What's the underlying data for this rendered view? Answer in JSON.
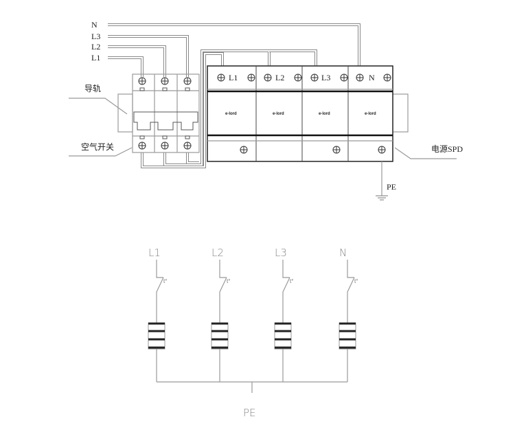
{
  "wiring": {
    "inputs": [
      "N",
      "L3",
      "L2",
      "L1"
    ],
    "rail_label": "导轨",
    "breaker_label": "空气开关",
    "spd_label": "电源SPD",
    "pe_label": "PE",
    "spd_modules": [
      {
        "terminal": "L1",
        "brand": "e-lord"
      },
      {
        "terminal": "L2",
        "brand": "e-lord"
      },
      {
        "terminal": "L3",
        "brand": "e-lord"
      },
      {
        "terminal": "N",
        "brand": "e-lord"
      }
    ]
  },
  "schematic": {
    "lines": [
      "L1",
      "L2",
      "L3",
      "N"
    ],
    "thermal_mark": "t°",
    "pe_label": "PE"
  }
}
